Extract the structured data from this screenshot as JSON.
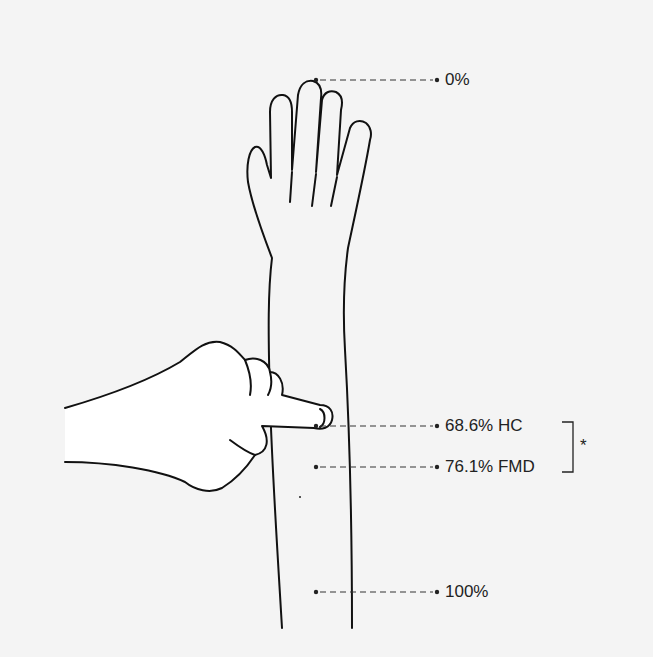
{
  "diagram": {
    "labels": [
      "0%",
      "68.6% HC",
      "76.1% FMD",
      "*",
      "100%"
    ]
  }
}
